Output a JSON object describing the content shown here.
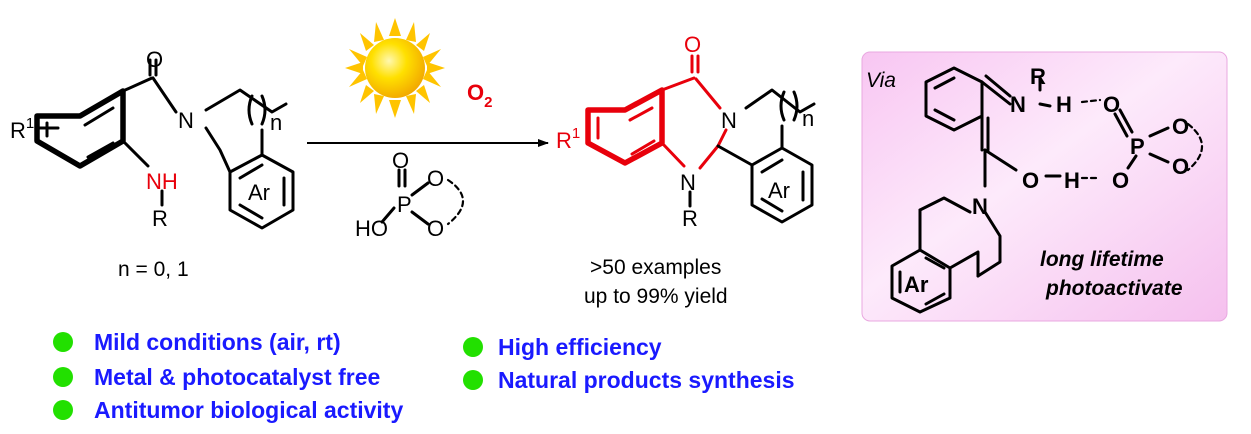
{
  "reactant": {
    "r1": "R",
    "r1_sup": "1",
    "carbonyl_o": "O",
    "amide_n": "N",
    "nh": "NH",
    "r": "R",
    "ring_n": "n",
    "ar": "Ar",
    "n_values": "n = 0, 1"
  },
  "conditions": {
    "oxidant": "O",
    "oxidant_sub": "2",
    "catalyst": {
      "o_double": "O",
      "p": "P",
      "o_upper": "O",
      "o_lower": "O",
      "ho": "HO"
    }
  },
  "product": {
    "r1": "R",
    "r1_sup": "1",
    "carbonyl_o": "O",
    "n_top": "N",
    "n_bottom": "N",
    "r": "R",
    "ring_n": "n",
    "ar": "Ar",
    "examples": ">50 examples",
    "yield": "up to 99% yield"
  },
  "mechanism": {
    "via": "Via",
    "r": "R",
    "imine_n": "N",
    "h1": "H",
    "o1": "O",
    "p": "P",
    "o2": "O",
    "o_top": "O",
    "o_right": "O",
    "enol_o": "O",
    "h2": "H",
    "amine_n": "N",
    "ar": "Ar",
    "note_line1": "long lifetime",
    "note_line2": "photoactivate"
  },
  "features": {
    "left": [
      "Mild conditions (air, rt)",
      "Metal & photocatalyst free",
      "Antitumor biological activity"
    ],
    "right": [
      "High efficiency",
      "Natural products synthesis"
    ]
  },
  "colors": {
    "product_highlight": "#e8000b",
    "feature_text": "#1a1aff",
    "feature_bullet": "#22e000",
    "panel_pink": "#f7c8f0",
    "sun": "#ffd800"
  }
}
